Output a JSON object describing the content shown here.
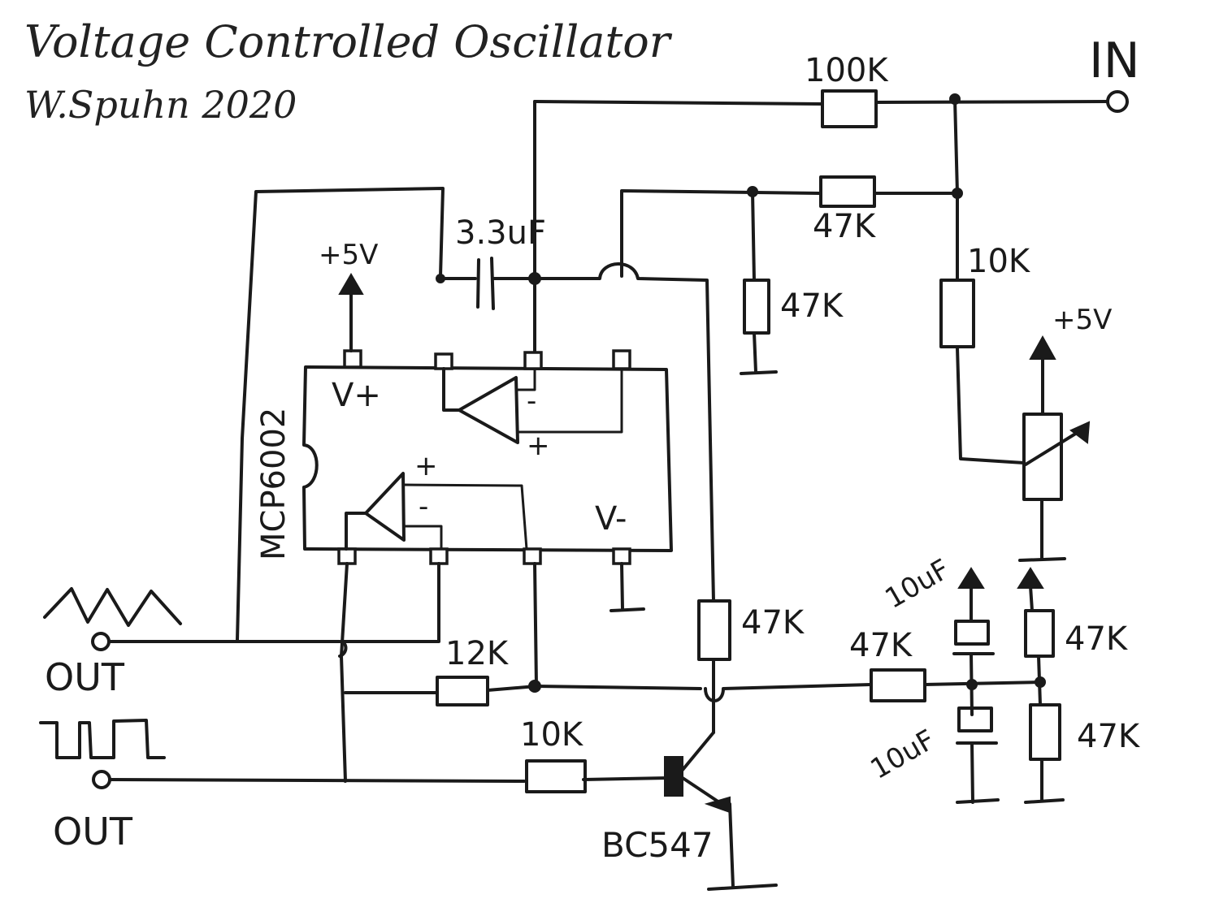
{
  "title": "Voltage Controlled Oscillator",
  "author_line": "W.Spuhn 2020",
  "ic": {
    "part": "MCP6002",
    "vplus_label": "V+",
    "vminus_label": "V-",
    "opamp_upper_inputs": [
      "-",
      "+"
    ],
    "opamp_lower_inputs": [
      "+",
      "-"
    ]
  },
  "supply_labels": [
    "+5V",
    "+5V"
  ],
  "input": {
    "label": "IN"
  },
  "outputs": [
    {
      "label": "OUT",
      "waveform": "triangle"
    },
    {
      "label": "OUT",
      "waveform": "square"
    }
  ],
  "components": {
    "r_in": "100K",
    "r_feedback": "47K",
    "r_ground": "47K",
    "r_divider": "10K",
    "cap_integrator": "3.3uF",
    "r_collector": "47K",
    "r_hyst": "12K",
    "r_base": "10K",
    "transistor": "BC547",
    "r_bias": "47K",
    "c_top": "10uF",
    "c_bottom": "10uF",
    "r_vb_top": "47K",
    "r_vb_bottom": "47K"
  }
}
